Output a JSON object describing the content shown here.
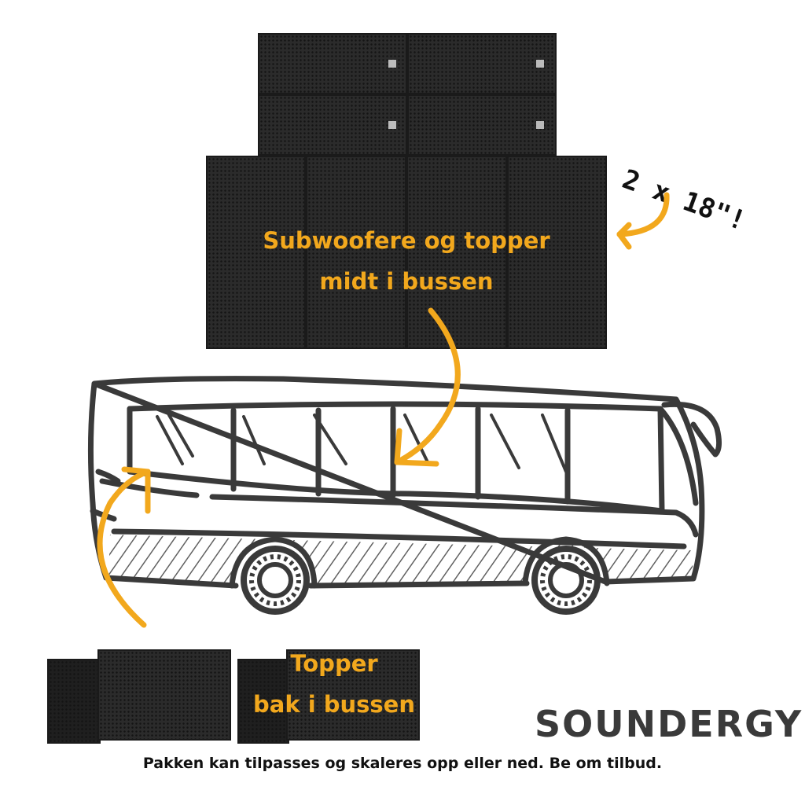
{
  "labels": {
    "main_caption_line1": "Subwoofere og topper",
    "main_caption_line2": "midt i bussen",
    "rear_caption_line1": "Topper",
    "rear_caption_line2": "bak i bussen",
    "sub_note": "2 x 18\"!"
  },
  "brand": "SOUNDERGY",
  "footer": "Pakken kan tilpasses og skaleres opp eller ned. Be om tilbud.",
  "colors": {
    "accent": "#f2a81d",
    "speaker": "#2b2b2b",
    "sketch": "#3a3a3a",
    "background": "#ffffff"
  }
}
